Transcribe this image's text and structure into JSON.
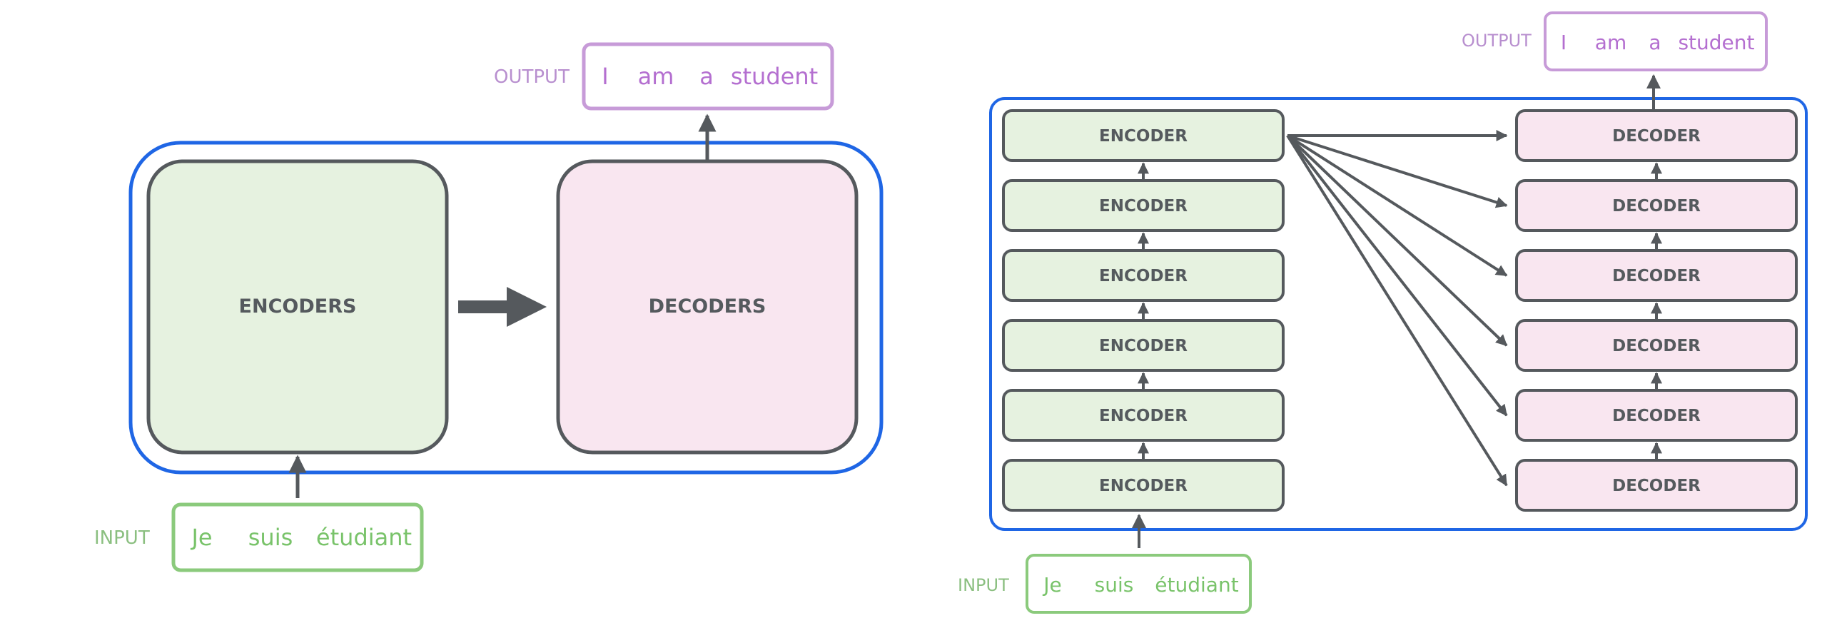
{
  "colors": {
    "container": "#1f66e5",
    "block_stroke": "#55595d",
    "encoder_fill": "#e6f2e0",
    "decoder_fill": "#f9e6f0",
    "arrow": "#55595d",
    "input_color": "#79c36a",
    "input_label": "#8bbf80",
    "output_color": "#b46fd0",
    "output_label": "#b88fcf"
  },
  "left": {
    "encoders_label": "ENCODERS",
    "decoders_label": "DECODERS",
    "input_label": "INPUT",
    "input_words": [
      "Je",
      "suis",
      "étudiant"
    ],
    "output_label": "OUTPUT",
    "output_words": [
      "I",
      "am",
      "a",
      "student"
    ]
  },
  "right": {
    "encoder_labels": [
      "ENCODER",
      "ENCODER",
      "ENCODER",
      "ENCODER",
      "ENCODER",
      "ENCODER"
    ],
    "decoder_labels": [
      "DECODER",
      "DECODER",
      "DECODER",
      "DECODER",
      "DECODER",
      "DECODER"
    ],
    "input_label": "INPUT",
    "input_words": [
      "Je",
      "suis",
      "étudiant"
    ],
    "output_label": "OUTPUT",
    "output_words": [
      "I",
      "am",
      "a",
      "student"
    ]
  }
}
